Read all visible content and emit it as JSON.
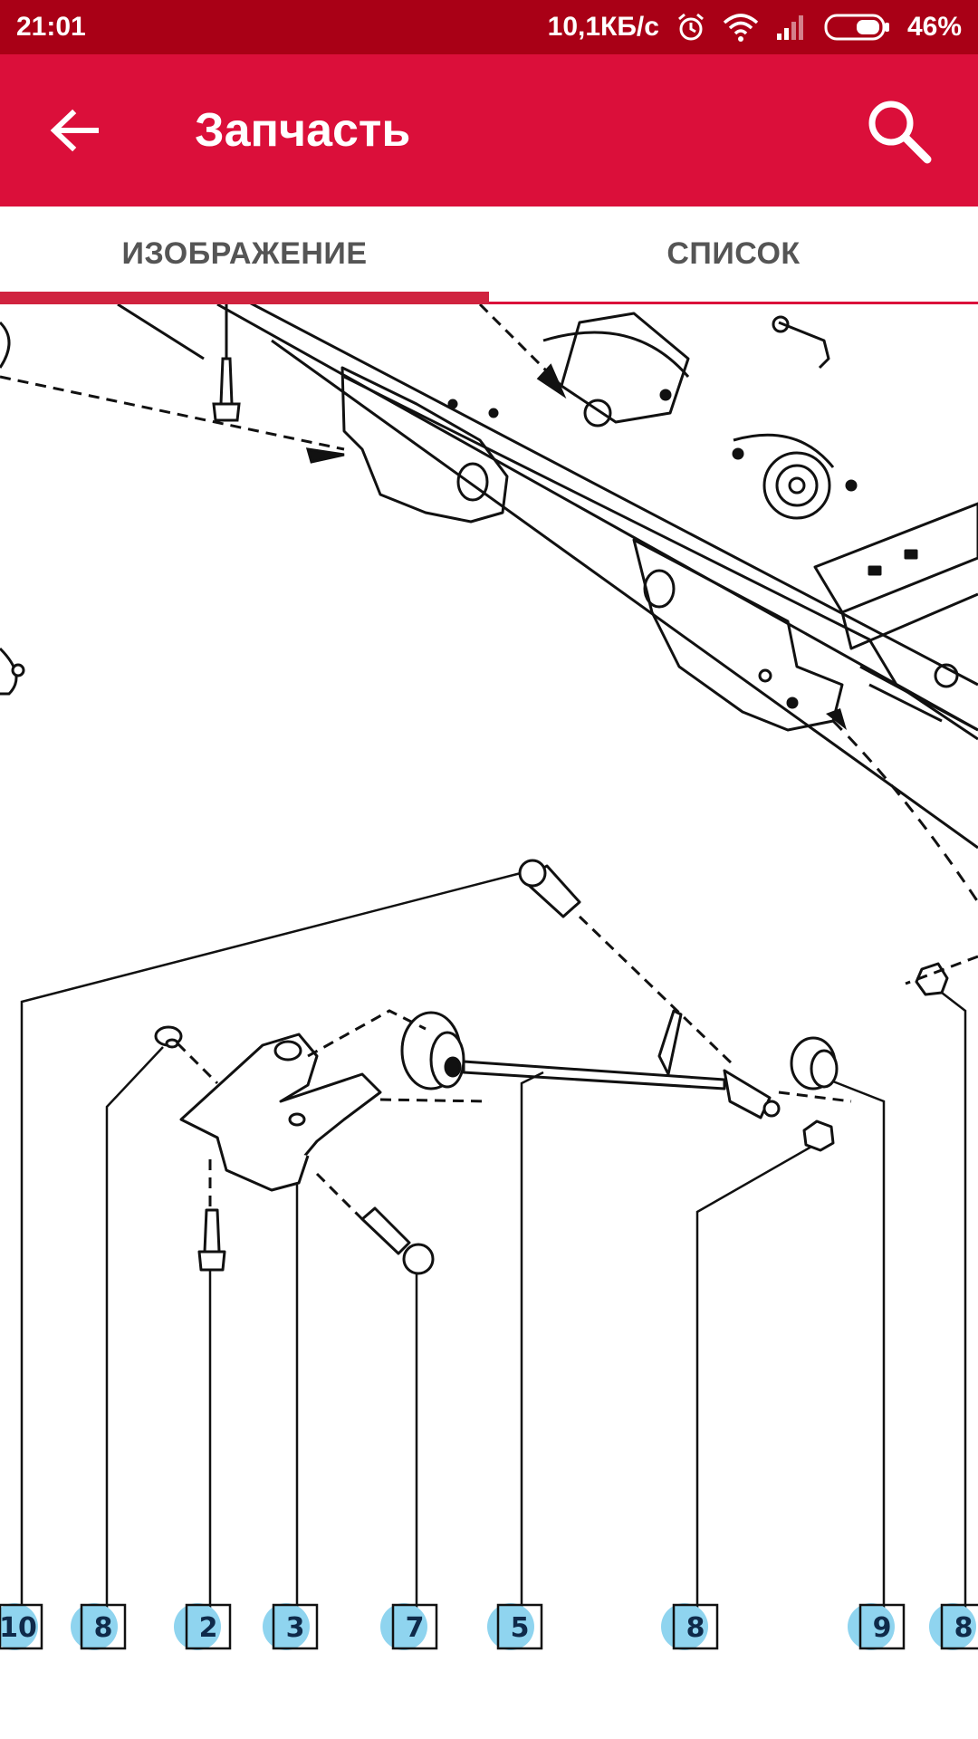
{
  "status_bar": {
    "time": "21:01",
    "network_speed": "10,1КБ/с",
    "battery": "46%",
    "icons": [
      "alarm-icon",
      "wifi-icon",
      "signal-icon",
      "battery-icon"
    ]
  },
  "app_bar": {
    "title": "Запчасть",
    "back_icon": "arrow-left-icon",
    "search_icon": "search-icon",
    "color": "#db0f3a"
  },
  "tabs": [
    {
      "label": "ИЗОБРАЖЕНИЕ",
      "active": true
    },
    {
      "label": "СПИСОК",
      "active": false
    }
  ],
  "diagram": {
    "callouts": [
      "10",
      "8",
      "2",
      "3",
      "7",
      "5",
      "8",
      "9",
      "8"
    ],
    "callout_color": "#8fd4ef"
  }
}
